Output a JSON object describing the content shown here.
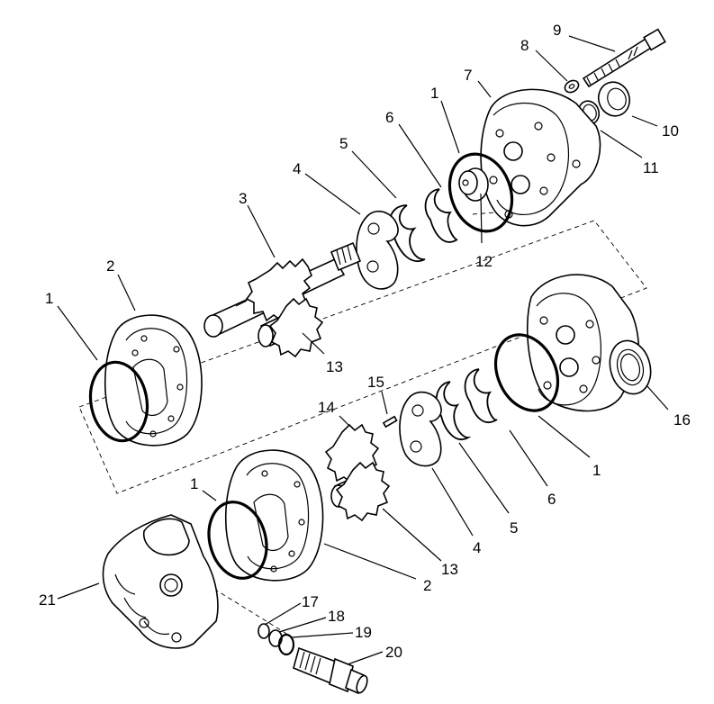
{
  "diagram": {
    "callouts": [
      {
        "id": "c9",
        "text": "9"
      },
      {
        "id": "c8",
        "text": "8"
      },
      {
        "id": "c7",
        "text": "7"
      },
      {
        "id": "c1a",
        "text": "1"
      },
      {
        "id": "c10",
        "text": "10"
      },
      {
        "id": "c6a",
        "text": "6"
      },
      {
        "id": "c11",
        "text": "11"
      },
      {
        "id": "c5a",
        "text": "5"
      },
      {
        "id": "c4a",
        "text": "4"
      },
      {
        "id": "c3",
        "text": "3"
      },
      {
        "id": "c12",
        "text": "12"
      },
      {
        "id": "c2a",
        "text": "2"
      },
      {
        "id": "c1b",
        "text": "1"
      },
      {
        "id": "c13a",
        "text": "13"
      },
      {
        "id": "c15",
        "text": "15"
      },
      {
        "id": "c14",
        "text": "14"
      },
      {
        "id": "c16",
        "text": "16"
      },
      {
        "id": "c1c",
        "text": "1"
      },
      {
        "id": "c1d",
        "text": "1"
      },
      {
        "id": "c6b",
        "text": "6"
      },
      {
        "id": "c5b",
        "text": "5"
      },
      {
        "id": "c4b",
        "text": "4"
      },
      {
        "id": "c13b",
        "text": "13"
      },
      {
        "id": "c2b",
        "text": "2"
      },
      {
        "id": "c21",
        "text": "21"
      },
      {
        "id": "c17",
        "text": "17"
      },
      {
        "id": "c18",
        "text": "18"
      },
      {
        "id": "c19",
        "text": "19"
      },
      {
        "id": "c20",
        "text": "20"
      }
    ]
  }
}
